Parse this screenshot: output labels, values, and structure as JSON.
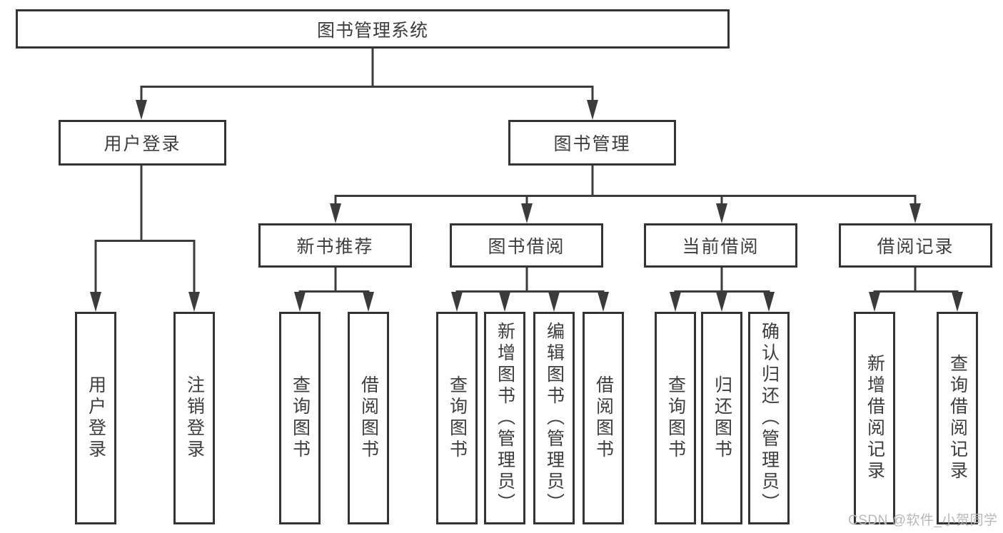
{
  "diagram": {
    "root": {
      "label": "图书管理系统"
    },
    "level2": [
      {
        "label": "用户登录"
      },
      {
        "label": "图书管理"
      }
    ],
    "level3": [
      {
        "label": "新书推荐"
      },
      {
        "label": "图书借阅"
      },
      {
        "label": "当前借阅"
      },
      {
        "label": "借阅记录"
      }
    ],
    "leaves": [
      {
        "label": "用户登录"
      },
      {
        "label": "注销登录"
      },
      {
        "label": "查询图书"
      },
      {
        "label": "借阅图书"
      },
      {
        "label": "查询图书"
      },
      {
        "label": "新增图书（管理员）"
      },
      {
        "label": "编辑图书（管理员）"
      },
      {
        "label": "借阅图书"
      },
      {
        "label": "查询图书"
      },
      {
        "label": "归还图书"
      },
      {
        "label": "确认归还（管理员）"
      },
      {
        "label": "新增借阅记录"
      },
      {
        "label": "查询借阅记录"
      }
    ]
  },
  "watermark": {
    "text": "CSDN @软件_小贺同学"
  },
  "colors": {
    "line": "#3b3b3b",
    "box_border": "#333333",
    "text": "#3d3d3d",
    "watermark": "#b8b8b8",
    "background": "#ffffff"
  }
}
